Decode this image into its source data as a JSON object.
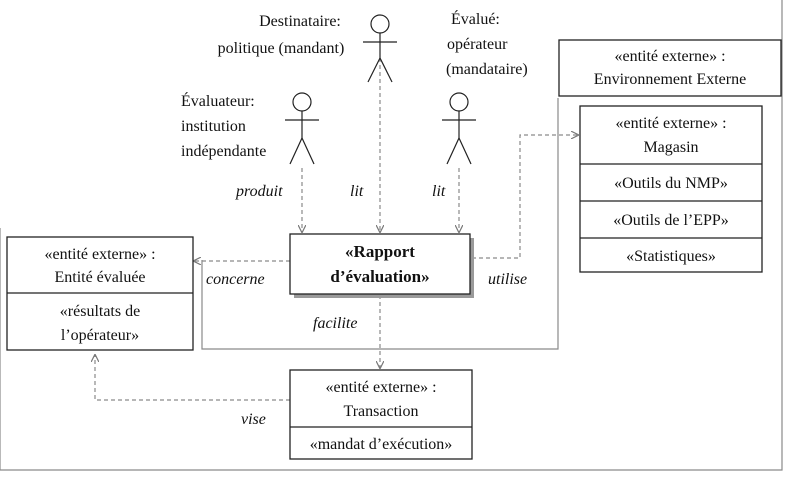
{
  "actors": [
    {
      "lines": [
        "Destinataire:",
        "politique (mandant)"
      ]
    },
    {
      "lines": [
        "Évalué:",
        "opérateur",
        "(mandataire)"
      ]
    },
    {
      "lines": [
        "Évaluateur:",
        "institution",
        "indépendante"
      ]
    }
  ],
  "boxes": {
    "environnement": {
      "title": [
        "«entité externe» :",
        "Environnement Externe"
      ]
    },
    "magasin": {
      "title": [
        "«entité externe» :",
        "Magasin"
      ],
      "items": [
        "«Outils du NMP»",
        "«Outils de l’EPP»",
        "«Statistiques»"
      ]
    },
    "entite": {
      "title": [
        "«entité externe» :",
        "Entité évaluée"
      ],
      "items": [
        "«résultats de",
        "l’opérateur»"
      ]
    },
    "rapport": {
      "title": [
        "«Rapport",
        "d’évaluation»"
      ]
    },
    "transaction": {
      "title": [
        "«entité externe» :",
        "Transaction"
      ],
      "items": [
        "«mandat d’exécution»"
      ]
    }
  },
  "edges": {
    "produit": "produit",
    "lit1": "lit",
    "lit2": "lit",
    "concerne": "concerne",
    "utilise": "utilise",
    "facilite": "facilite",
    "vise": "vise"
  }
}
